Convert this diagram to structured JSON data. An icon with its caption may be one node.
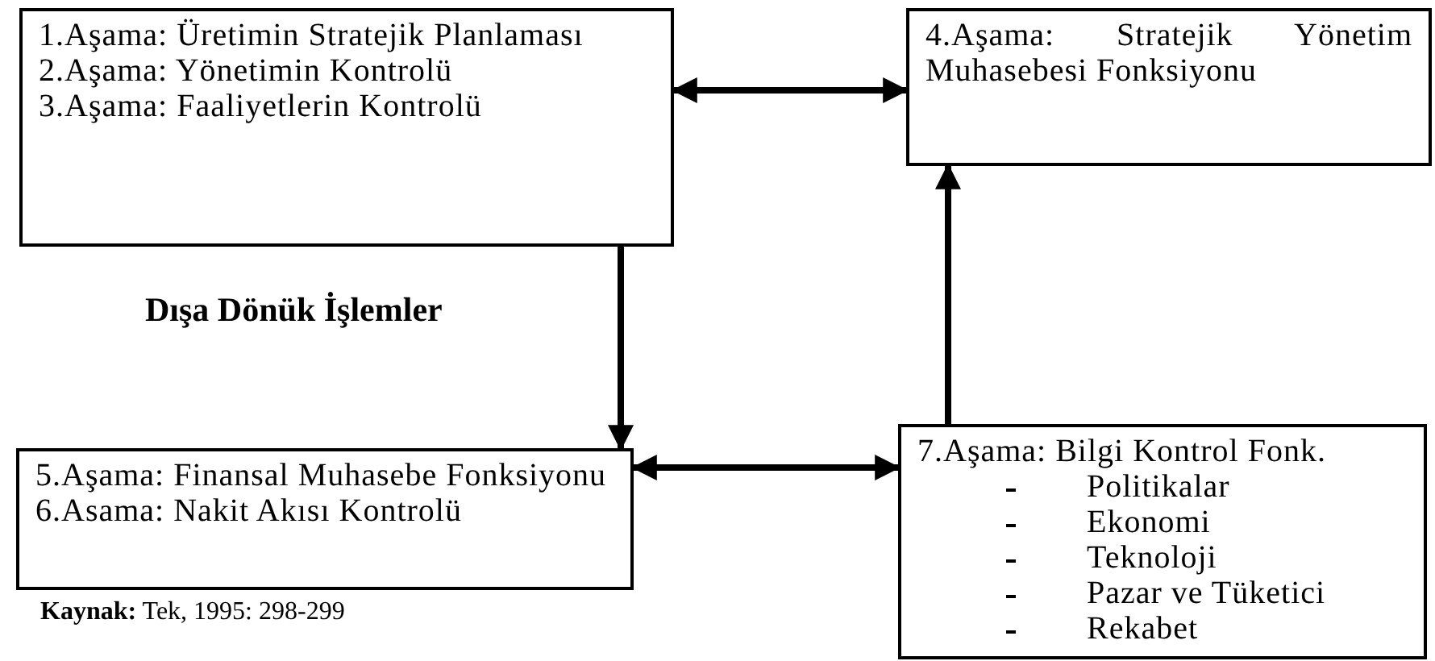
{
  "diagram": {
    "nodes": [
      {
        "text": [
          "1.Aşama: Üretimin Stratejik Planlaması",
          "2.Aşama: Yönetimin Kontrolü",
          "3.Aşama: Faaliyetlerin Kontrolü"
        ]
      },
      {
        "text": [
          "4.Aşama: Stratejik Yönetim Muhasebesi Fonksiyonu"
        ]
      },
      {
        "text": [
          "5.Aşama: Finansal Muhasebe Fonksiyonu",
          "6.Asama: Nakit Akısı Kontrolü"
        ]
      },
      {
        "text": [
          "7.Aşama: Bilgi Kontrol Fonk.",
          "Politikalar",
          "Ekonomi",
          "Teknoloji",
          "Pazar ve Tüketici",
          "Rekabet"
        ]
      }
    ],
    "edges": [
      {
        "from": 0,
        "to": 1,
        "arrow": "both"
      },
      {
        "from": 0,
        "to": 2,
        "arrow": "to"
      },
      {
        "from": 2,
        "to": 3,
        "arrow": "both"
      },
      {
        "from": 3,
        "to": 1,
        "arrow": "to"
      }
    ],
    "labels": [
      "Dışa Dönük İşlemler",
      "**Kaynak:** Tek, 1995: 298-299"
    ]
  }
}
